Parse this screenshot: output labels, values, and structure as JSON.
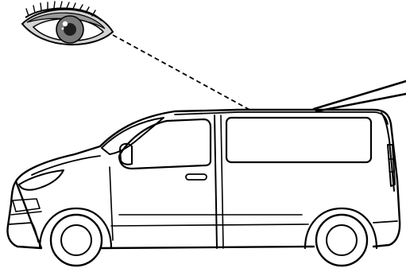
{
  "diagram": {
    "subject": "van-roof-sightline",
    "elements": [
      "eye-icon",
      "sightline",
      "van",
      "roof-beam"
    ],
    "colors": {
      "ink": "#000000",
      "paper": "#ffffff",
      "eye_skin": "#d4d4d4",
      "eye_lid_shadow": "#9a9a9a",
      "iris": "#7a7a7a",
      "pupil": "#1e1e1e"
    }
  }
}
